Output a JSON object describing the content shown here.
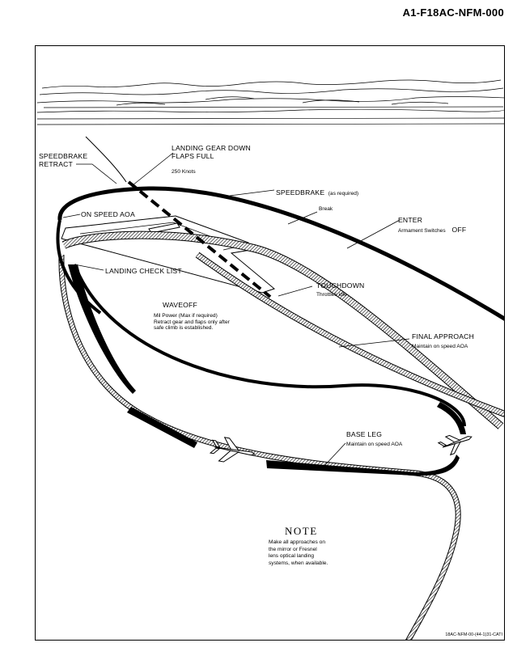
{
  "document_id": "A1-F18AC-NFM-000",
  "labels": {
    "speedbrake_retract": [
      "SPEEDBRAKE",
      "RETRACT"
    ],
    "landing_gear_down": [
      "LANDING GEAR DOWN",
      "FLAPS FULL"
    ],
    "knots": "250 Knots",
    "speedbrake": "SPEEDBRAKE",
    "speedbrake_note": "(as required)",
    "break": "Break",
    "enter": "ENTER",
    "armament_switches": "Armament Switches",
    "armament_off": "OFF",
    "on_speed_aoa": "ON SPEED AOA",
    "landing_check_list": "LANDING CHECK LIST",
    "touchdown": "TOUCHDOWN",
    "throttles_idle": "Throttles idle",
    "waveoff": "WAVEOFF",
    "waveoff_lines": [
      "Mil Power (Max if required)",
      "Retract gear and flaps only after",
      "safe climb is established."
    ],
    "final_approach": "FINAL APPROACH",
    "final_maintain": "Maintain on speed AOA",
    "base_leg": "BASE LEG",
    "base_maintain": "Maintain on speed AOA"
  },
  "note": {
    "title": "NOTE",
    "lines": [
      "Make all approaches on",
      "the mirror or Fresnel",
      "lens optical landing",
      "systems, when available."
    ]
  },
  "footer": "18AC-NFM-00-(44-1)31-CATI"
}
